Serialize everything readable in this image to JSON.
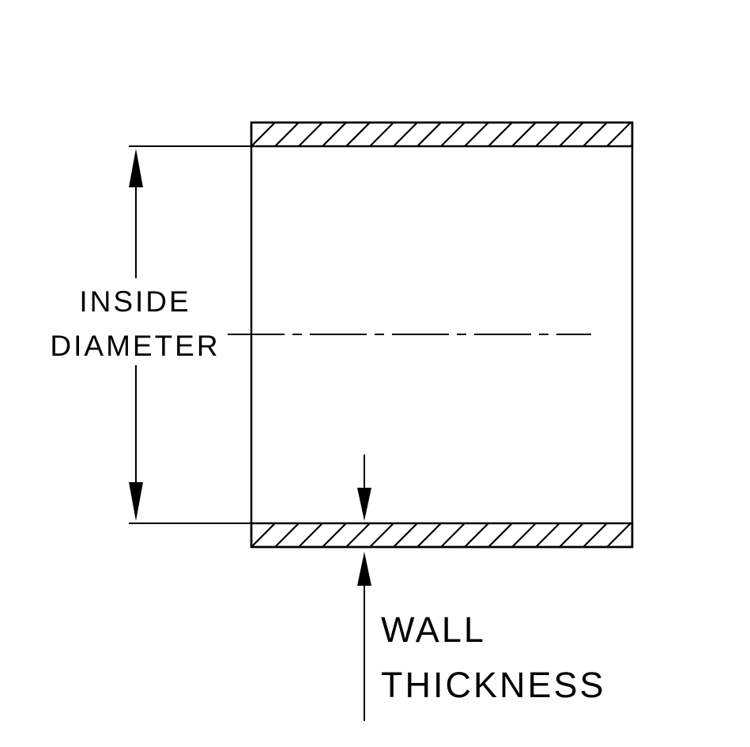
{
  "diagram": {
    "title": "tube-cross-section-dimension-diagram",
    "labels": {
      "inside_diameter": {
        "line1": "INSIDE",
        "line2": "DIAMETER"
      },
      "wall_thickness": {
        "line1": "WALL",
        "line2": "THICKNESS"
      }
    },
    "colors": {
      "line": "#000000",
      "background": "#ffffff"
    }
  }
}
